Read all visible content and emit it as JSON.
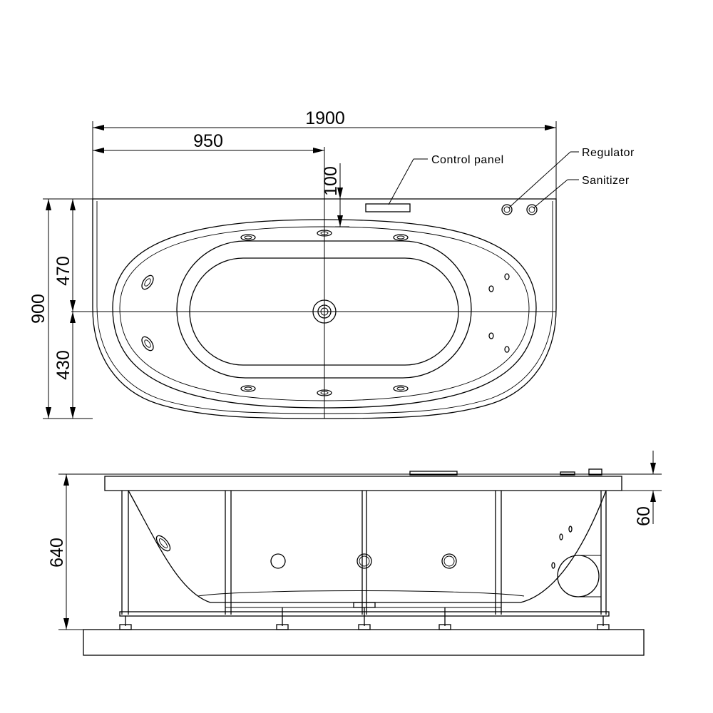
{
  "dimensions": {
    "length": "1900",
    "half_length": "950",
    "outlet_offset": "100",
    "width": "900",
    "upper_width": "470",
    "lower_width": "430",
    "height": "640",
    "rim_height": "60"
  },
  "labels": {
    "control_panel": "Control panel",
    "regulator": "Regulator",
    "sanitizer": "Sanitizer"
  }
}
